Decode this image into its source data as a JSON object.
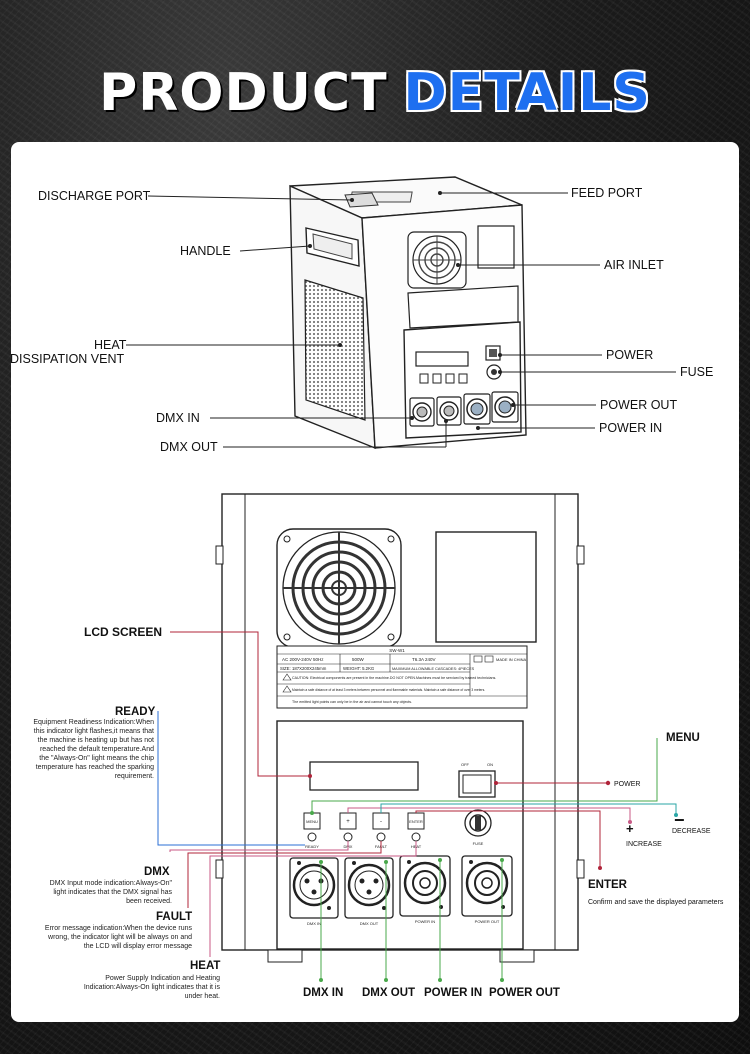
{
  "title": {
    "word1": "PRODUCT",
    "word2": "DETAILS"
  },
  "top_labels": {
    "discharge_port": "DISCHARGE PORT",
    "handle": "HANDLE",
    "heat_vent_1": "HEAT",
    "heat_vent_2": "DISSIPATION VENT",
    "dmx_in": "DMX IN",
    "dmx_out": "DMX OUT",
    "feed_port": "FEED PORT",
    "air_inlet": "AIR INLET",
    "power": "POWER",
    "fuse": "FUSE",
    "power_out": "POWER OUT",
    "power_in": "POWER IN"
  },
  "bottom_labels": {
    "lcd_screen": "LCD SCREEN",
    "ready_title": "READY",
    "ready_desc": "Equipment Readiness Indication:When this indicator light flashes,it means that the machine is heating up but has not reached the default temperature.And the \"Always-On\" light means the chip temperature has reached the sparking requirement.",
    "dmx_title": "DMX",
    "dmx_desc": "DMX Input mode indication:Always-On\" light indicates that the DMX signal has been received.",
    "fault_title": "FAULT",
    "fault_desc": "Error message indication:When the device runs wrong, the indicator light will be always on and the LCD will display error message",
    "heat_title": "HEAT",
    "heat_desc": "Power Supply Indication and Heating Indication:Always-On light indicates that it is under heat.",
    "menu": "MENU",
    "power": "POWER",
    "decrease": "DECREASE",
    "increase_symbol": "+",
    "increase": "INCREASE",
    "decrease_symbol": "−",
    "enter": "ENTER",
    "enter_desc": "Confirm and save the displayed parameters",
    "bottom_dmx_in": "DMX IN",
    "bottom_dmx_out": "DMX OUT",
    "bottom_power_in": "POWER IN",
    "bottom_power_out": "POWER OUT"
  },
  "panel_text": {
    "model": "SW-W1",
    "spec_ac": "AC 200V-240V 50Hz",
    "spec_watt": "500W",
    "spec_fuse": "T6.3A 240V",
    "spec_size": "SIZE: 187X200X245mm",
    "spec_weight": "WEIGHT: 5.2KG",
    "spec_cascade": "MAXIMUM ALLOWABLE CASCADES: 4PIECES",
    "made_in": "MADE IN CHINA",
    "caution": "CAUTION: Electrical components are present in the machine.DO NOT OPEN.Machines must be serviced by trained technicians.",
    "distance": "Maintain a safe distance of at least 3 meters between personnel and flammable materials. Maintain a safe distance of over 3 meters.",
    "emitted": "The emitted light points can only be in the air and cannot touch any objects.",
    "switch_off": "OFF",
    "switch_on": "ON",
    "btn_menu": "MENU",
    "btn_plus": "+",
    "btn_minus": "-",
    "btn_enter": "ENTER",
    "led_ready": "READY",
    "led_dmx": "DMX",
    "led_fault": "FAULT",
    "led_heat": "HEAT",
    "fuse_label": "FUSE",
    "port_dmx_in": "DMX IN",
    "port_dmx_out": "DMX OUT",
    "port_power_in": "POWER IN",
    "port_power_out": "POWER OUT"
  },
  "colors": {
    "title_blue": "#1e6ff0",
    "line_red": "#b0243a",
    "line_green": "#49a84b",
    "line_blue": "#2b6fd6",
    "line_teal": "#2aa6a6",
    "line_pink": "#c85a86"
  }
}
